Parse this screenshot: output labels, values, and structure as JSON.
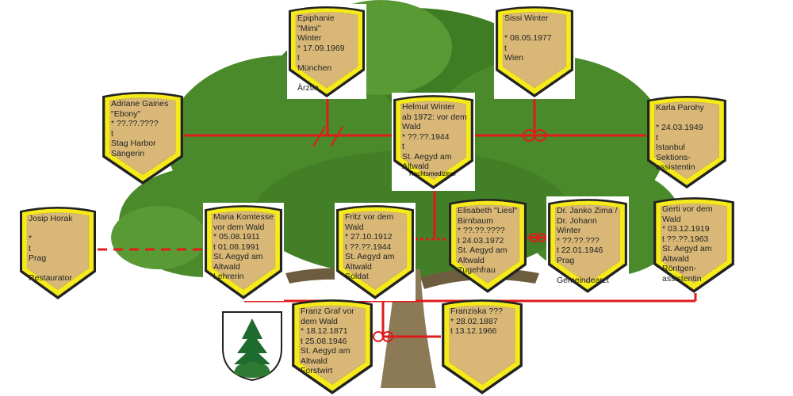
{
  "people": {
    "epiphanie": {
      "text": "Epiphanie \"Mimi\"\nWinter\n* 17.09.1969\nt\nMünchen\n\nÄrztin"
    },
    "sissi": {
      "text": "Sissi Winter\n\n* 08.05.1977\nt\nWien"
    },
    "adriane": {
      "text": "Adriane Gaines\n\"Ebony\"\n* ??.??.????\nt\nStag Harbor\nSängerin"
    },
    "helmut": {
      "text": "Helmut Winter\nab 1972: vor dem\nWald\n* ??.??.1944\nt\nSt. Aegyd am\nAltwald",
      "extra": "Rechtsmediziner"
    },
    "karla": {
      "text": "Karla Parohy\n\n* 24.03.1949\nt\nIstanbul\nSektions-\nassistentin"
    },
    "josip": {
      "text": "Josip Horak\n\n*\nt\nPrag\n\nRestaurator"
    },
    "maria": {
      "text": "Maria Komtesse\nvor dem Wald\n* 05.08.1911\nt 01.08.1991\nSt. Aegyd am\nAltwald\nLehrerin"
    },
    "fritz": {
      "text": "Fritz vor dem\nWald\n* 27.10.1912\nt ??.??.1944\nSt. Aegyd am\nAltwald\nSoldat"
    },
    "elisabeth": {
      "text": "Elisabeth \"Liesl\"\nBirnbaum\n* ??.??.????\nt 24.03.1972\nSt. Aegyd am\nAltwald\nZugehfrau"
    },
    "janko": {
      "text": "Dr. Janko Zima /\nDr. Johann Winter\n* ??.??.???\nt 22.01.1946\nPrag\n\nGemeindearzt"
    },
    "gerti": {
      "text": "Gerti vor dem\nWald\n* 03.12.1919\nt ??.??.1963\nSt. Aegyd am\nAltwald\nRöntgen-\n    assistentin"
    },
    "franz": {
      "text": "Franz Graf vor\ndem Wald\n* 18.12.1871\nt  25.08.1946\nSt. Aegyd am\nAltwald\nForstwirt"
    },
    "franziska": {
      "text": "Franziska ???\n* 28.02.1887\nt 13.12.1966"
    }
  },
  "colors": {
    "line": "#e01b1b",
    "card_fill": "#d9b877",
    "card_border": "#f5ea1a",
    "leaf": "#4e8f2c",
    "trunk": "#8b7a55"
  }
}
